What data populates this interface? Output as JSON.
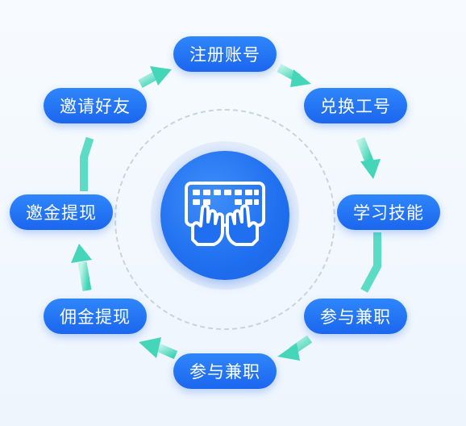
{
  "center_icon": "keyboard-typing-hands-icon",
  "colors": {
    "pill": "#1f6ff0",
    "arrow": "#4fd8c0",
    "ring": "#c9d3df"
  },
  "steps": [
    {
      "label": "注册账号"
    },
    {
      "label": "兑换工号"
    },
    {
      "label": "学习技能"
    },
    {
      "label": "参与兼职"
    },
    {
      "label": "参与兼职"
    },
    {
      "label": "佣金提现"
    },
    {
      "label": "邀金提现"
    },
    {
      "label": "邀请好友"
    }
  ]
}
